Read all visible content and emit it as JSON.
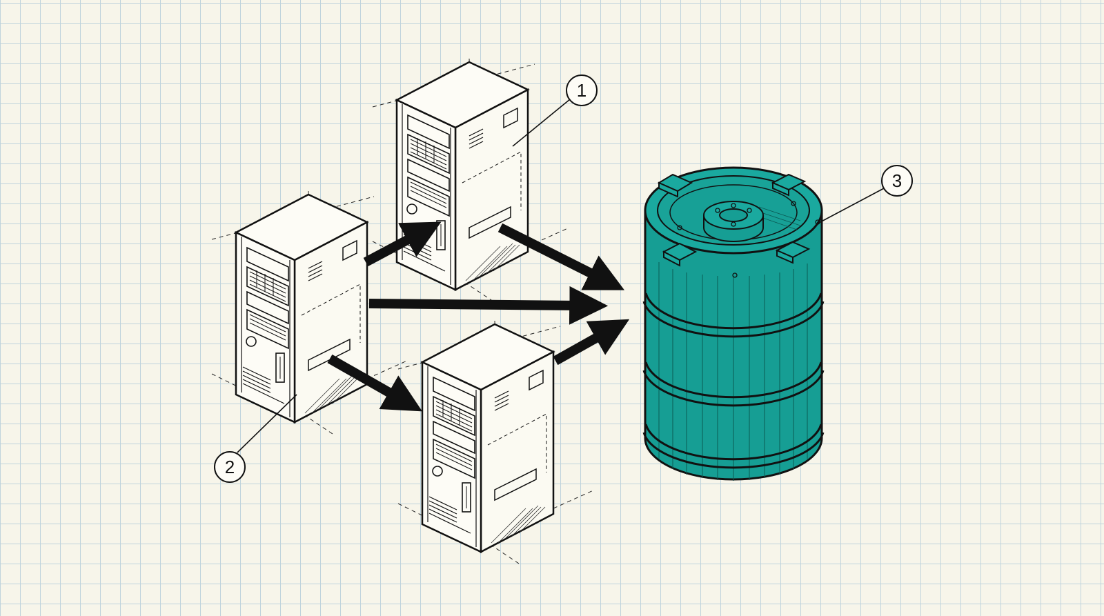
{
  "diagram": {
    "callouts": [
      {
        "id": "1",
        "label": "1",
        "refers_to": "upper-server-tower"
      },
      {
        "id": "2",
        "label": "2",
        "refers_to": "left-server-tower"
      },
      {
        "id": "3",
        "label": "3",
        "refers_to": "storage-drum"
      }
    ],
    "nodes": [
      {
        "id": "left-server-tower",
        "kind": "server-tower"
      },
      {
        "id": "upper-server-tower",
        "kind": "server-tower"
      },
      {
        "id": "lower-server-tower",
        "kind": "server-tower"
      },
      {
        "id": "storage-drum",
        "kind": "storage-drum"
      }
    ],
    "edges": [
      {
        "from": "left-server-tower",
        "to": "upper-server-tower"
      },
      {
        "from": "left-server-tower",
        "to": "lower-server-tower"
      },
      {
        "from": "left-server-tower",
        "to": "storage-drum"
      },
      {
        "from": "upper-server-tower",
        "to": "storage-drum"
      },
      {
        "from": "lower-server-tower",
        "to": "storage-drum"
      }
    ],
    "colors": {
      "background": "#f7f5ea",
      "grid": "#bfd3dc",
      "ink": "#111111",
      "drum_fill": "#169e94"
    }
  }
}
